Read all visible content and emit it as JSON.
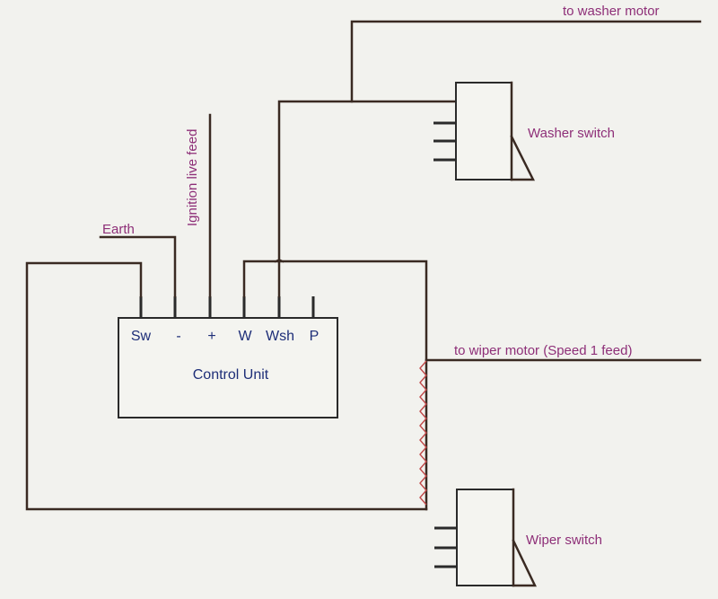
{
  "labels": {
    "washer_motor": "to washer motor",
    "washer_switch": "Washer switch",
    "ignition_feed": "Ignition live feed",
    "earth": "Earth",
    "wiper_motor": "to wiper motor (Speed 1 feed)",
    "wiper_switch": "Wiper switch",
    "control_unit": "Control Unit"
  },
  "terminals": [
    "Sw",
    "-",
    "+",
    "W",
    "Wsh",
    "P"
  ],
  "colors": {
    "wire": "#3a2a22",
    "label_pink": "#8e2f78",
    "label_blue": "#1e2e78",
    "background": "#f2f2ee"
  }
}
